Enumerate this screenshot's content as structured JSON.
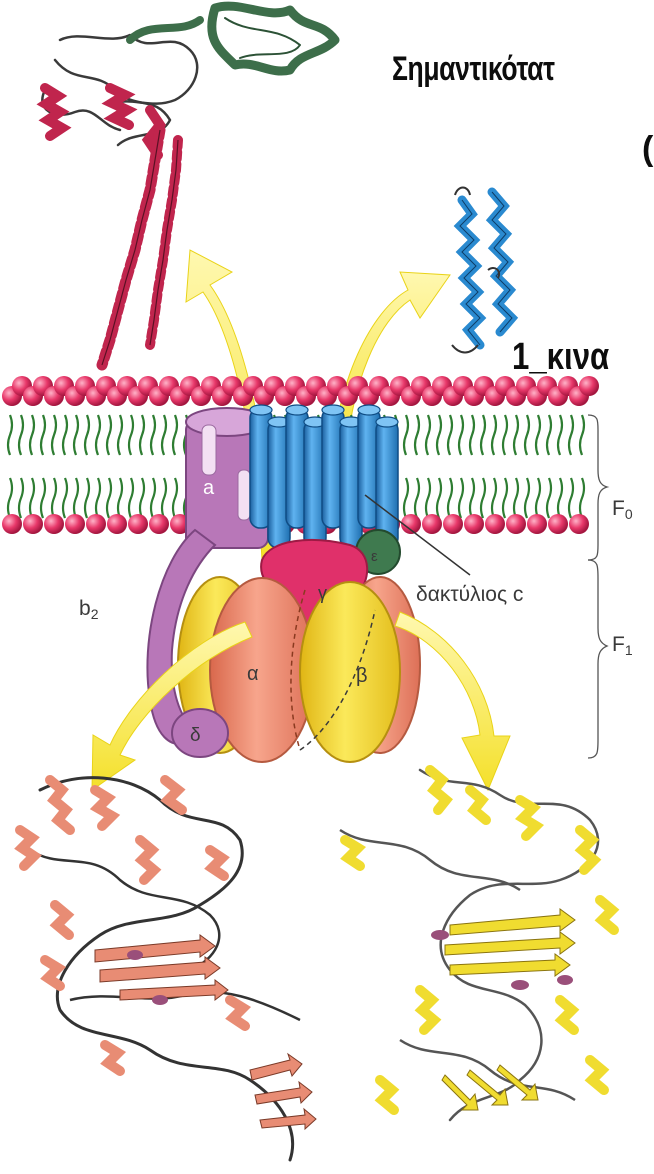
{
  "title": {
    "line1": "Σημαντικότατ",
    "line2": "("
  },
  "subtitle": "1_κινα",
  "labels": {
    "a": "a",
    "b": "b",
    "b_sub": "2",
    "gamma": "γ",
    "epsilon": "ε",
    "alpha": "α",
    "beta": "β",
    "delta": "δ",
    "c_ring": "δακτύλιος c",
    "F": "F",
    "f0_sub": "0",
    "f1_sub": "1"
  },
  "colors": {
    "membrane_head": "#e8386a",
    "membrane_tail": "#2e7d32",
    "c_ring": "#2f8fd6",
    "subunit_a": "#b877b8",
    "gamma": "#e0306a",
    "epsilon": "#3f7a4f",
    "alpha": "#f29077",
    "beta": "#f4dc2a",
    "arrow": "#f4e83a",
    "ribbon_red": "#c0254d",
    "ribbon_green": "#3d6e4a",
    "ribbon_blue": "#2a8ad0",
    "ribbon_salmon": "#e88c74",
    "ribbon_yellow": "#f0dc30"
  },
  "icons": {
    "top_left": "gamma-delta-epsilon-ribbon-structure",
    "top_right": "c-subunit-ribbon-structure",
    "bottom_left": "alpha-subunit-ribbon-structure",
    "bottom_right": "beta-subunit-ribbon-structure"
  }
}
